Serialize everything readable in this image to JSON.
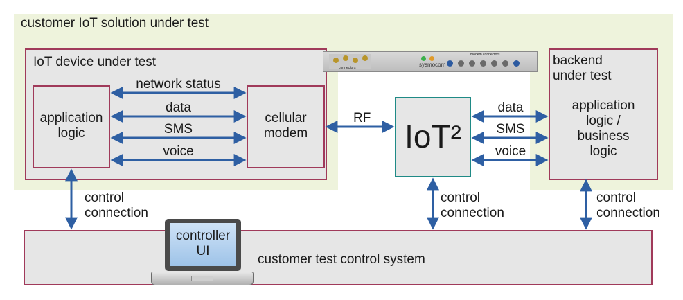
{
  "solution_zone": {
    "label": "customer IoT solution under test"
  },
  "device": {
    "label": "IoT device under test",
    "app_logic": "application\nlogic",
    "modem": "cellular\nmodem",
    "links": [
      "network status",
      "data",
      "SMS",
      "voice"
    ]
  },
  "rf_label": "RF",
  "iot2": {
    "label": "IoT²"
  },
  "rack": {
    "brand": "sysmocom",
    "left_caption": "connectors",
    "right_caption": "modem connectors"
  },
  "backend": {
    "label": "backend\nunder test",
    "logic": "application\nlogic /\nbusiness\nlogic",
    "links": [
      "data",
      "SMS",
      "voice"
    ]
  },
  "control_labels": [
    "control\nconnection",
    "control\nconnection",
    "control\nconnection"
  ],
  "control_system": {
    "label": "customer test control system",
    "laptop_text": "controller\nUI"
  },
  "colors": {
    "zone": "#eef3dc",
    "box_border": "#a03a5a",
    "iot_border": "#1f8a86",
    "arrow": "#2e5fa3",
    "box_fill": "#e6e6e6"
  }
}
